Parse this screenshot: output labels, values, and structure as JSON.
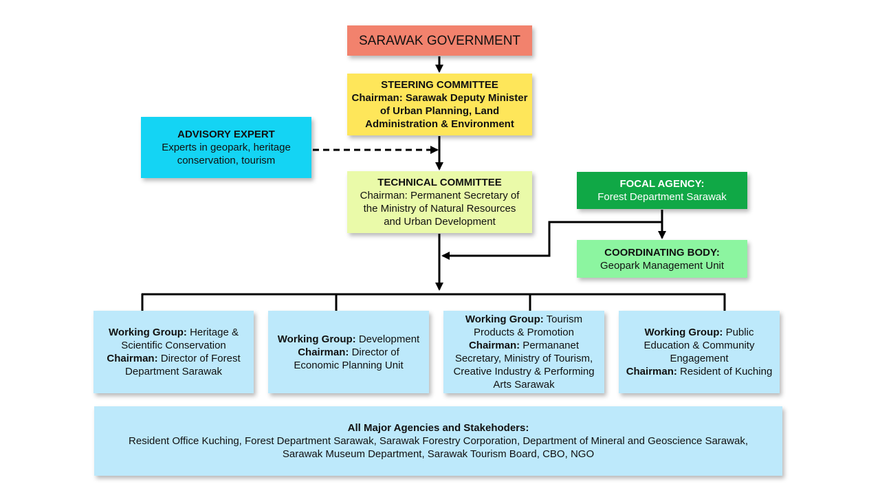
{
  "government": {
    "label": "SARAWAK GOVERNMENT"
  },
  "steering": {
    "title": "STEERING COMMITTEE",
    "line1": "Chairman: Sarawak Deputy Minister",
    "line2": "of Urban Planning, Land",
    "line3": "Administration & Environment"
  },
  "advisory": {
    "title": "ADVISORY EXPERT",
    "line1": "Experts in geopark, heritage",
    "line2": "conservation, tourism"
  },
  "technical": {
    "title": "TECHNICAL COMMITTEE",
    "line1": "Chairman: Permanent Secretary of",
    "line2": "the Ministry of Natural Resources",
    "line3": "and Urban Development"
  },
  "focal": {
    "title": "FOCAL AGENCY:",
    "line1": "Forest Department Sarawak"
  },
  "coordinating": {
    "title": "COORDINATING BODY:",
    "line1": "Geopark Management Unit"
  },
  "working_groups": [
    {
      "wg_label": "Working Group:",
      "wg_text1": " Heritage &",
      "wg_text2": "Scientific Conservation",
      "chair_label": "Chairman:",
      "chair_text1": " Director of Forest",
      "chair_text2": "Department Sarawak"
    },
    {
      "wg_label": "Working Group:",
      "wg_text1": " Development",
      "chair_label": "Chairman:",
      "chair_text1": " Director of",
      "chair_text2": "Economic Planning Unit"
    },
    {
      "wg_label": "Working Group:",
      "wg_text1": " Tourism",
      "wg_text2": "Products & Promotion",
      "chair_label": "Chairman:",
      "chair_text1": " Permananet",
      "chair_text2": "Secretary, Ministry of Tourism,",
      "chair_text3": "Creative Industry & Performing",
      "chair_text4": "Arts Sarawak"
    },
    {
      "wg_label": "Working Group:",
      "wg_text1": " Public",
      "wg_text2": "Education & Community",
      "wg_text3": "Engagement",
      "chair_label": "Chairman:",
      "chair_text1": " Resident of Kuching"
    }
  ],
  "agencies": {
    "title": "All Major Agencies and Stakehoders:",
    "line1": "Resident Office Kuching, Forest Department Sarawak, Sarawak Forestry Corporation, Department of Mineral and Geoscience Sarawak,",
    "line2": "Sarawak Museum Department, Sarawak Tourism Board, CBO, NGO"
  }
}
